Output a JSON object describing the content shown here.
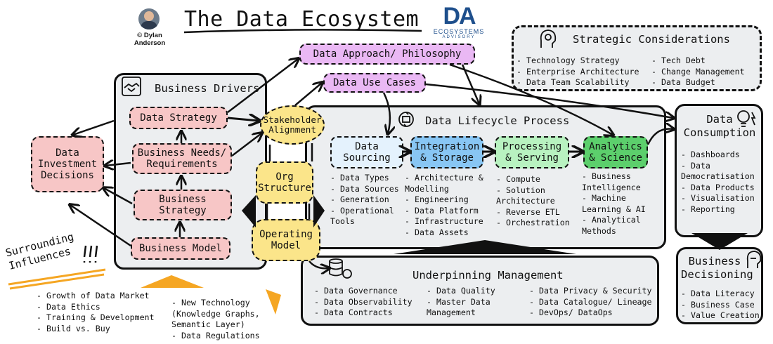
{
  "header": {
    "title": "The Data Ecosystem",
    "author": "© Dylan\nAnderson",
    "logo_mark": "DA",
    "logo_line1": "ECOSYSTEMS",
    "logo_line2": "ADVISORY"
  },
  "strategic": {
    "title": "Strategic Considerations",
    "col1": [
      "- Technology Strategy",
      "- Enterprise Architecture",
      "- Data Team Scalability"
    ],
    "col2": [
      "- Tech Debt",
      "- Change Management",
      "- Data Budget"
    ]
  },
  "top_nodes": {
    "approach": "Data Approach/ Philosophy",
    "use_cases": "Data Use Cases"
  },
  "business_drivers": {
    "title": "Business Drivers",
    "data_strategy": "Data Strategy",
    "needs": "Business Needs/\nRequirements",
    "business_strategy": "Business\nStrategy",
    "business_model": "Business Model"
  },
  "investment": "Data\nInvestment\nDecisions",
  "stakeholder": "Stakeholder\nAlignment",
  "org": {
    "structure": "Org\nStructure",
    "operating": "Operating\nModel"
  },
  "lifecycle": {
    "title": "Data Lifecycle Process",
    "stages": [
      {
        "label": "Data\nSourcing",
        "items": [
          "- Data Types",
          "- Data Sources",
          "- Generation",
          "- Operational",
          "Tools"
        ]
      },
      {
        "label": "Integration\n& Storage",
        "items": [
          "- Architecture &",
          "Modelling",
          "- Engineering",
          "- Data Platform",
          "- Infrastructure",
          "- Data Assets"
        ]
      },
      {
        "label": "Processing\n& Serving",
        "items": [
          "- Compute",
          "- Solution",
          "Architecture",
          "- Reverse ETL",
          "- Orchestration"
        ]
      },
      {
        "label": "Analytics\n& Science",
        "items": [
          "- Business",
          "Intelligence",
          "- Machine",
          "Learning & AI",
          "- Analytical",
          "Methods"
        ]
      }
    ]
  },
  "consumption": {
    "title": "Data\nConsumption",
    "items": [
      "- Dashboards",
      "- Data",
      "Democratisation",
      "- Data Products",
      "- Visualisation",
      "- Reporting"
    ]
  },
  "decisioning": {
    "title": "Business\nDecisioning",
    "items": [
      "- Data Literacy",
      "- Business Case",
      "- Value Creation"
    ]
  },
  "underpinning": {
    "title": "Underpinning Management",
    "col1": [
      "- Data Governance",
      "- Data Observability",
      "- Data Contracts"
    ],
    "col2": [
      "- Data Quality",
      "- Master Data",
      "Management"
    ],
    "col3": [
      "- Data Privacy & Security",
      "- Data Catalogue/ Lineage",
      "- DevOps/ DataOps"
    ]
  },
  "surrounding": {
    "title": "Surrounding\nInfluences",
    "col1": [
      "- Growth of Data Market",
      "- Data Ethics",
      "- Training & Development",
      "- Build vs. Buy"
    ],
    "col2": [
      "- New Technology",
      "(Knowledge Graphs,",
      "Semantic Layer)",
      "- Data Regulations"
    ]
  },
  "colors": {
    "pink": "#f7c6c6",
    "lavender": "#eab8f4",
    "yellow": "#fbe58a",
    "light_blue": "#e4f2fd",
    "blue": "#88c6f4",
    "light_green": "#b8f2c0",
    "green": "#5ccf6c",
    "panel": "#eceef0",
    "orange": "#f5a623"
  },
  "icons": [
    "person-photo-icon",
    "handshake-icon",
    "cycle-icon",
    "idea-head-icon",
    "lightbulb-icon",
    "database-gear-icon",
    "thinking-head-icon",
    "exclamation-icon"
  ]
}
